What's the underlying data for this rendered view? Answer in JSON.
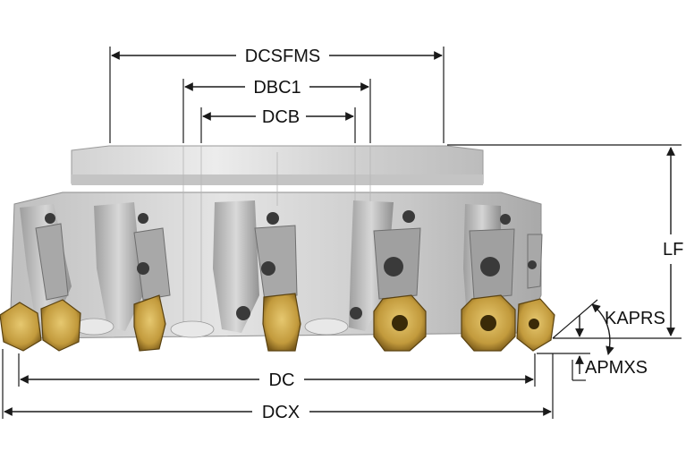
{
  "labels": {
    "dcsfms": "DCSFMS",
    "dbc1": "DBC1",
    "dcb": "DCB",
    "lf": "LF",
    "kaprs": "KAPRS",
    "apmxs": "APMXS",
    "dc": "DC",
    "dcx": "DCX"
  },
  "colors": {
    "body_light": "#dcdcdc",
    "body_mid": "#bdbdbd",
    "body_dark": "#8f8f8f",
    "insert_gold": "#c9a64a",
    "insert_dark": "#7a5a1a",
    "line": "#1a1a1a"
  }
}
